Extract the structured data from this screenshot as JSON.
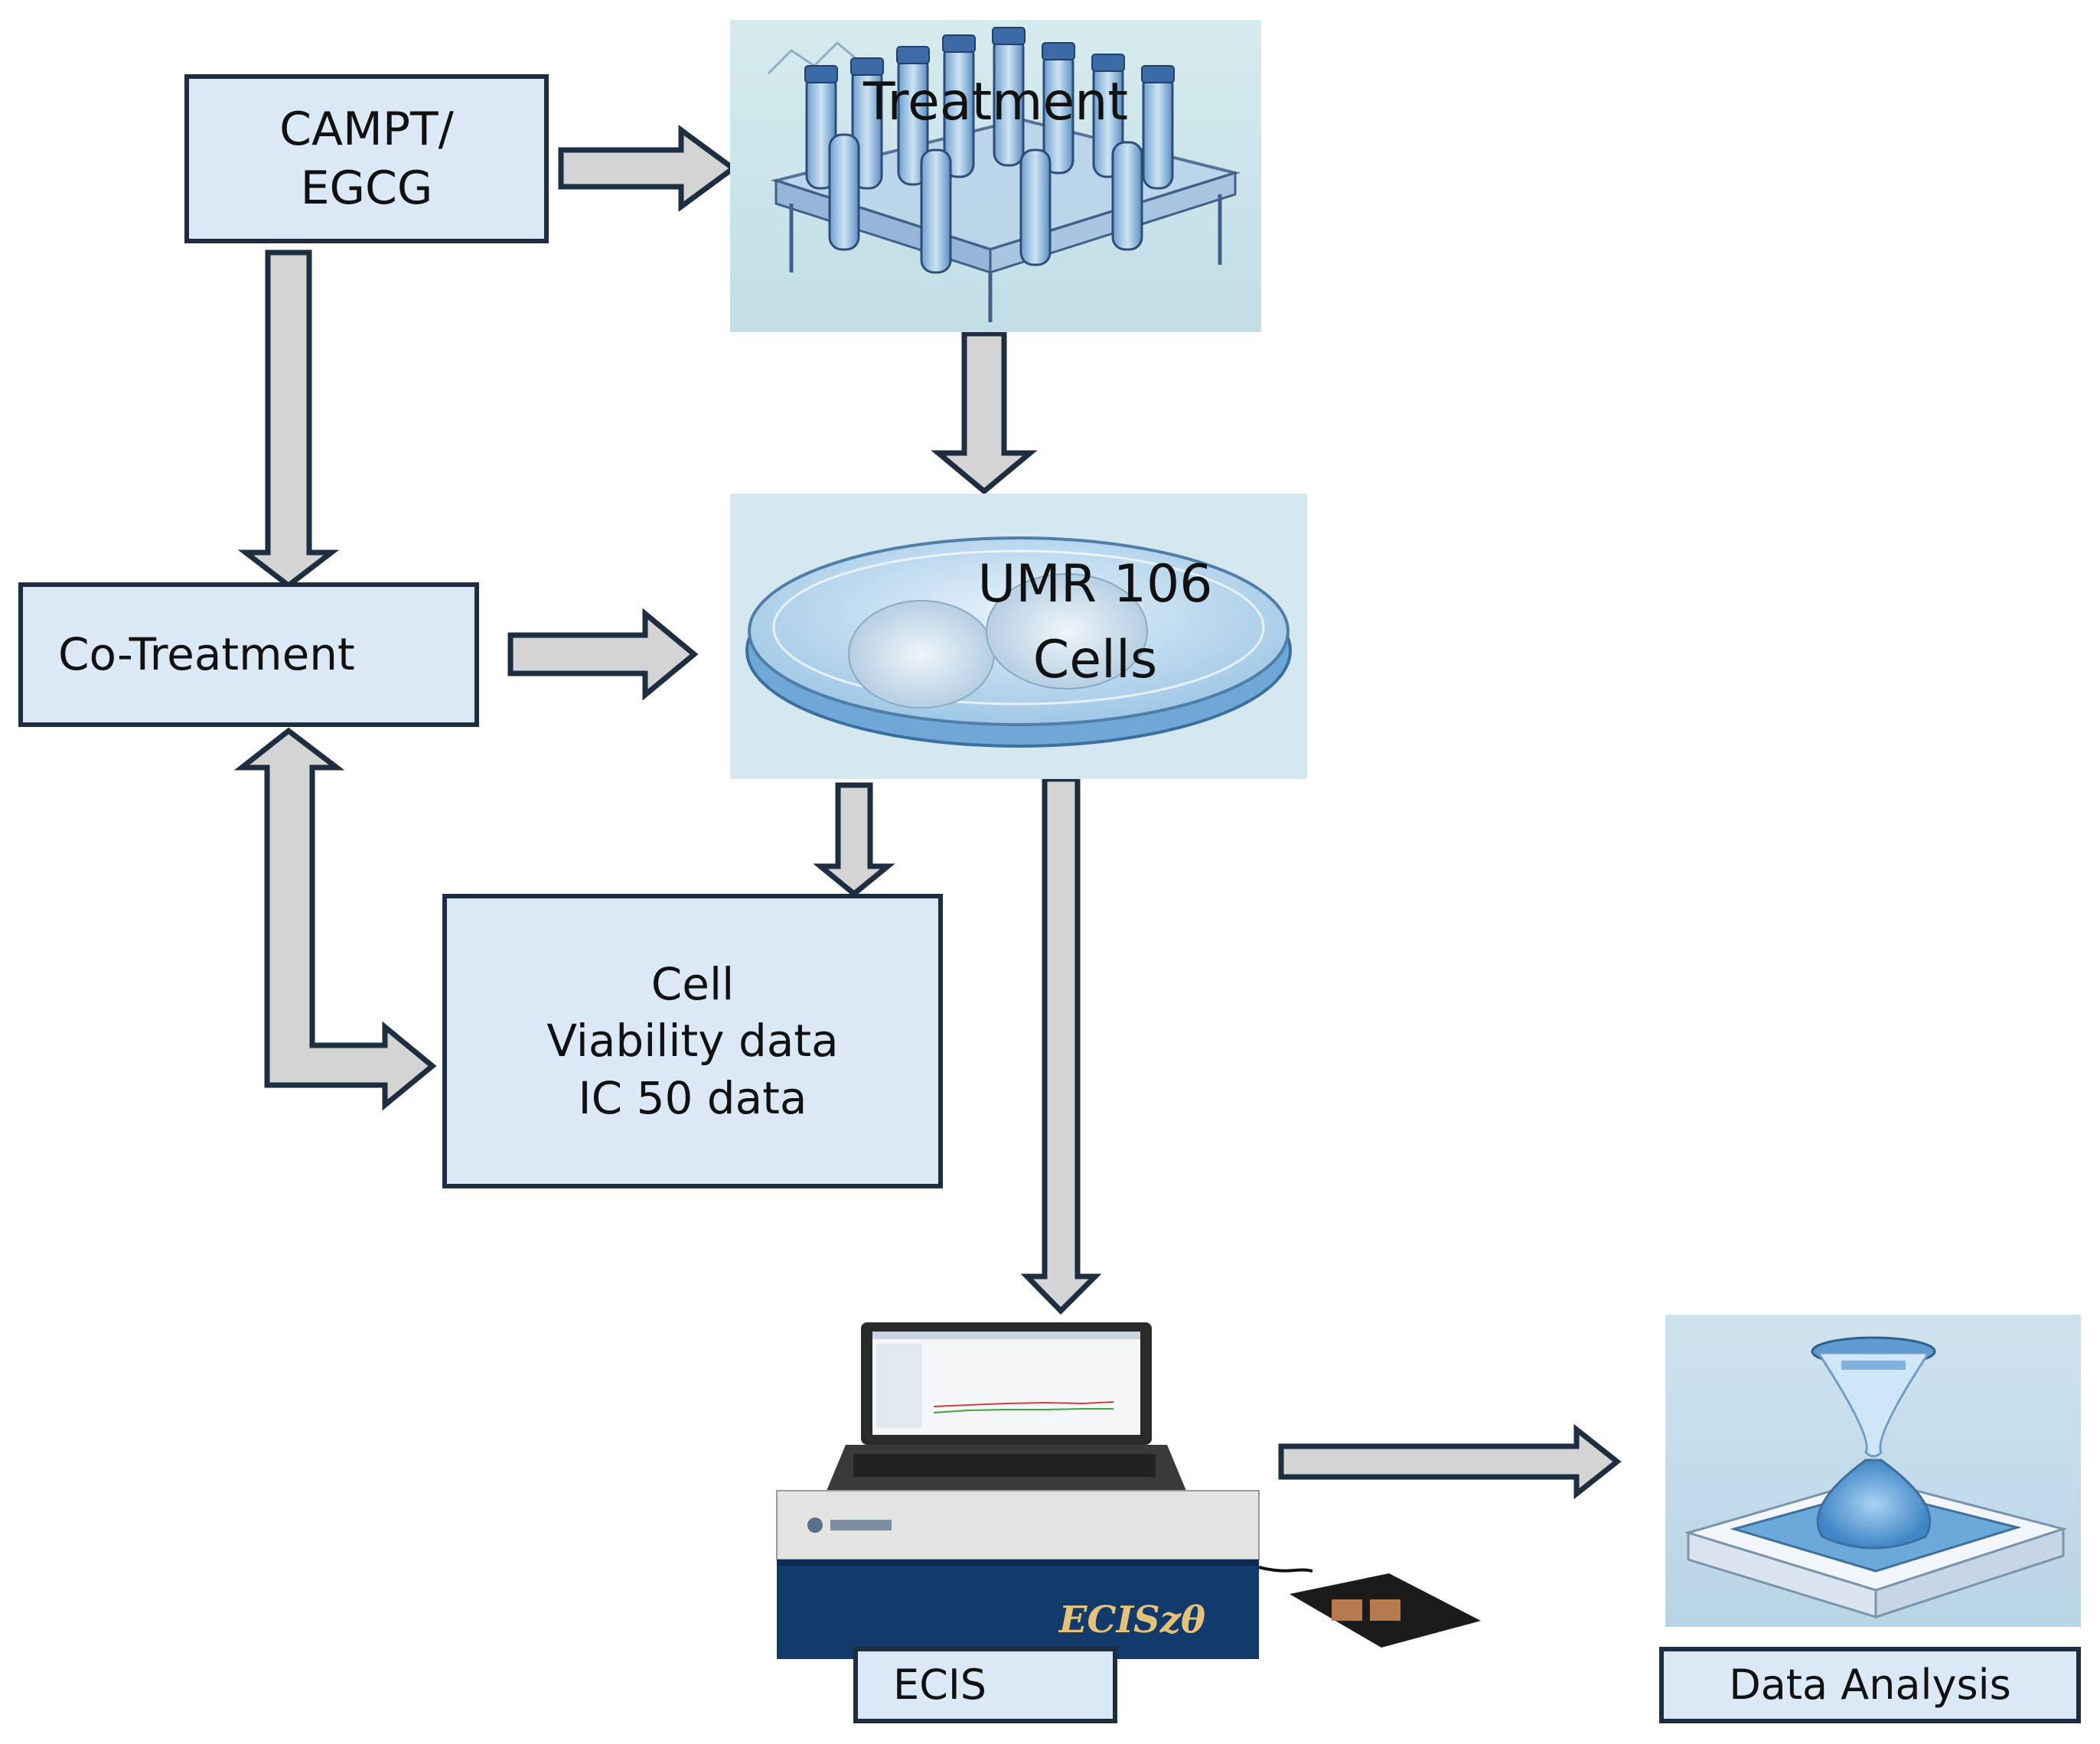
{
  "nodes": {
    "campt": "CAMPT/\nEGCG",
    "treatment": "Treatment",
    "co_treatment": "Co-Treatment",
    "umr": "UMR 106\nCells",
    "viability": "Cell\nViability data\nIC 50 data",
    "ecis": "ECIS",
    "ecis_brand": "ECISzθ",
    "analysis": "Data Analysis"
  },
  "colors": {
    "box_fill": "#dbe9f7",
    "box_border": "#1c2e40",
    "arrow_fill": "#d4d4d4",
    "arrow_stroke": "#1c2e40",
    "panel_bg": "#d8ebf0"
  },
  "icons": [
    "test-tube-rack-illustration",
    "petri-dish-illustration",
    "laptop-instrument-photo",
    "hourglass-device-illustration"
  ]
}
